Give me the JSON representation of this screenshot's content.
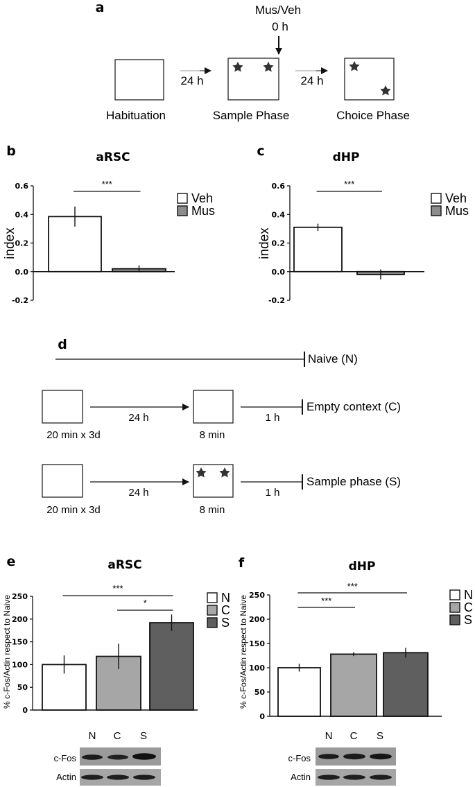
{
  "panel_a": {
    "label": "a",
    "treatment": "Mus/Veh",
    "treatment_time": "0 h",
    "delay1": "24 h",
    "delay2": "24 h",
    "phases": [
      "Habituation",
      "Sample Phase",
      "Choice Phase"
    ]
  },
  "panel_d": {
    "label": "d",
    "rows": [
      {
        "name": "Naive (N)"
      },
      {
        "name": "Empty context (C)",
        "first": "20 min x 3d",
        "delay": "24 h",
        "second": "8 min",
        "after": "1 h"
      },
      {
        "name": "Sample phase (S)",
        "first": "20 min x 3d",
        "delay": "24 h",
        "second": "8 min",
        "after": "1 h"
      }
    ]
  },
  "blots": [
    {
      "lanes": [
        "N",
        "C",
        "S"
      ],
      "bands": [
        "c-Fos",
        "Actin"
      ]
    },
    {
      "lanes": [
        "N",
        "C",
        "S"
      ],
      "bands": [
        "c-Fos",
        "Actin"
      ]
    }
  ],
  "colors": {
    "veh": "#ffffff",
    "mus": "#8c8c8c",
    "N": "#ffffff",
    "C": "#a6a6a6",
    "S": "#5f5f5f",
    "axis": "#111111"
  },
  "chart_data": [
    {
      "panel": "b",
      "type": "bar",
      "title": "aRSC",
      "ylabel": "index",
      "ylim": [
        -0.2,
        0.6
      ],
      "yticks": [
        "0.6",
        "0.4",
        "0.2",
        "0.0",
        "-0.2"
      ],
      "yticks_values": [
        0.6,
        0.4,
        0.2,
        0.0,
        -0.2
      ],
      "categories": [
        "Veh",
        "Mus"
      ],
      "values": [
        0.385,
        0.02
      ],
      "errors": [
        0.07,
        0.025
      ],
      "legend": [
        "Veh",
        "Mus"
      ],
      "legend_position": "right",
      "significance": [
        {
          "from": 0,
          "to": 1,
          "label": "***"
        }
      ]
    },
    {
      "panel": "c",
      "type": "bar",
      "title": "dHP",
      "ylabel": "index",
      "ylim": [
        -0.2,
        0.6
      ],
      "yticks": [
        "0.6",
        "0.4",
        "0.2",
        "0.0",
        "-0.2"
      ],
      "yticks_values": [
        0.6,
        0.4,
        0.2,
        0.0,
        -0.2
      ],
      "categories": [
        "Veh",
        "Mus"
      ],
      "values": [
        0.31,
        -0.02
      ],
      "errors": [
        0.025,
        0.035
      ],
      "legend": [
        "Veh",
        "Mus"
      ],
      "legend_position": "right",
      "significance": [
        {
          "from": 0,
          "to": 1,
          "label": "***"
        }
      ]
    },
    {
      "panel": "e",
      "type": "bar",
      "title": "aRSC",
      "ylabel": "% c-Fos/Actin respect to Naive",
      "ylim": [
        0,
        250
      ],
      "yticks": [
        "250",
        "200",
        "150",
        "100",
        "50",
        "0"
      ],
      "yticks_values": [
        250,
        200,
        150,
        100,
        50,
        0
      ],
      "categories": [
        "N",
        "C",
        "S"
      ],
      "values": [
        100,
        118,
        192
      ],
      "errors": [
        20,
        28,
        18
      ],
      "legend": [
        "N",
        "C",
        "S"
      ],
      "legend_position": "right",
      "significance": [
        {
          "from": 0,
          "to": 2,
          "label": "***"
        },
        {
          "from": 1,
          "to": 2,
          "label": "*"
        }
      ]
    },
    {
      "panel": "f",
      "type": "bar",
      "title": "dHP",
      "ylabel": "% c-Fos/Actin respect to Naive",
      "ylim": [
        0,
        250
      ],
      "yticks": [
        "250",
        "200",
        "150",
        "100",
        "50",
        "0"
      ],
      "yticks_values": [
        250,
        200,
        150,
        100,
        50,
        0
      ],
      "categories": [
        "N",
        "C",
        "S"
      ],
      "values": [
        100,
        128,
        131
      ],
      "errors": [
        8,
        4,
        10
      ],
      "legend": [
        "N",
        "C",
        "S"
      ],
      "legend_position": "right",
      "significance": [
        {
          "from": 0,
          "to": 2,
          "label": "***"
        },
        {
          "from": 0,
          "to": 1,
          "label": "***"
        }
      ]
    }
  ]
}
